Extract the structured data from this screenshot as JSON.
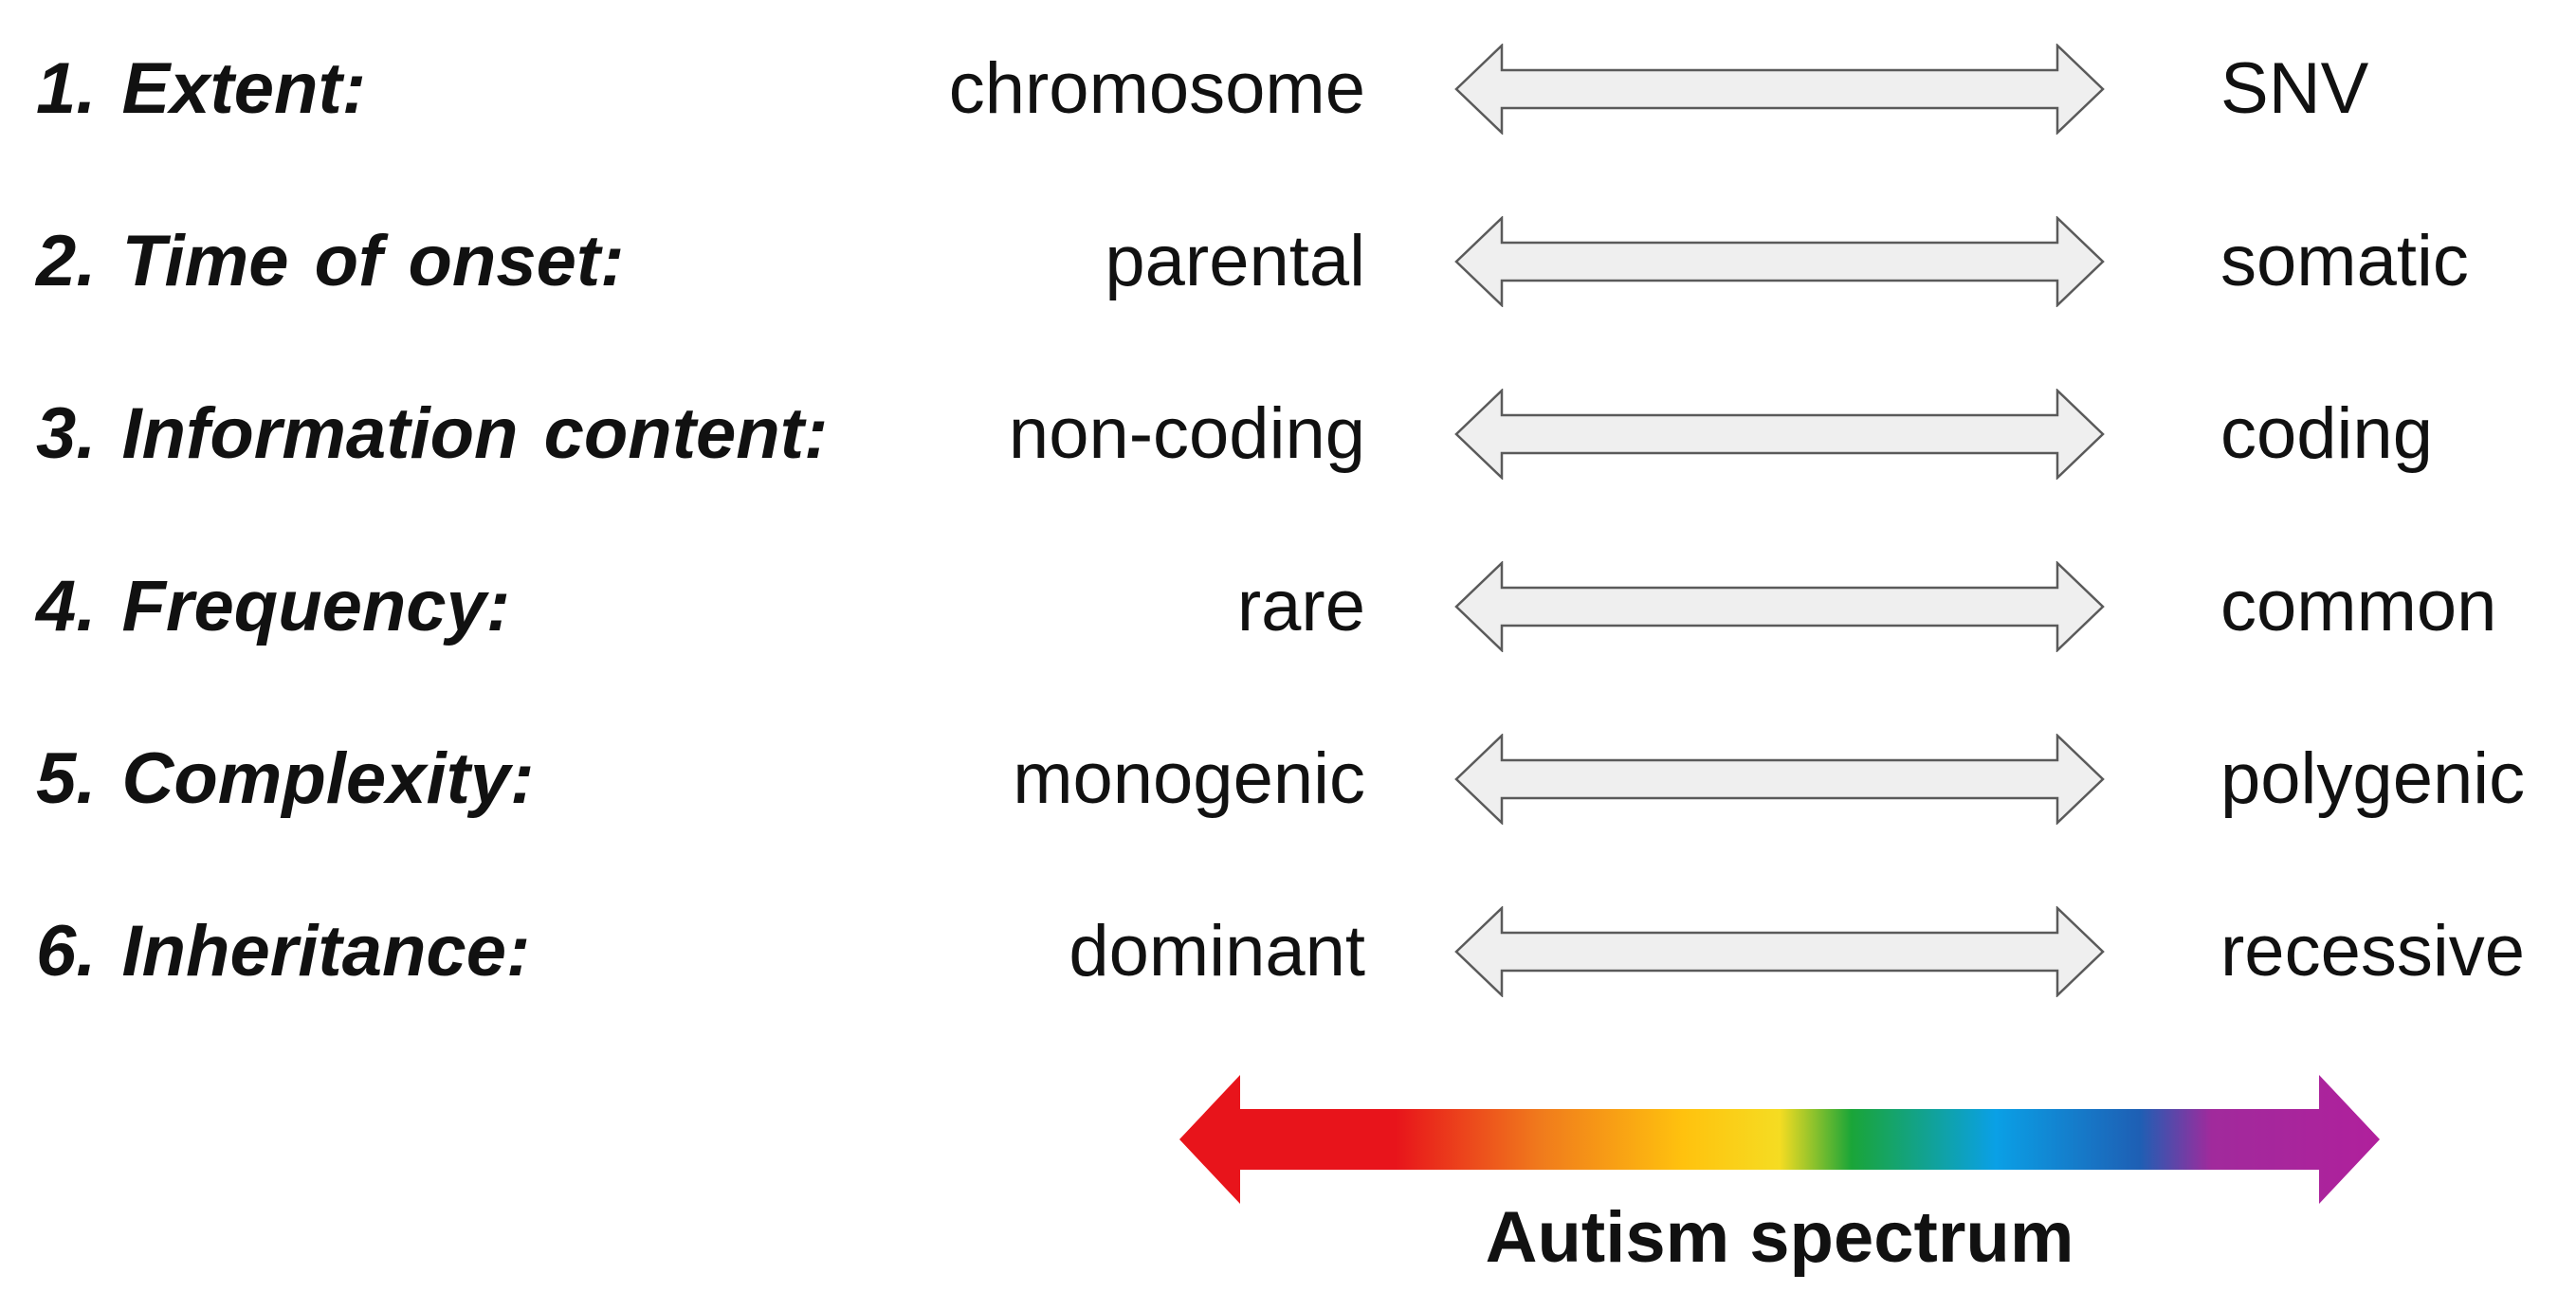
{
  "rows": [
    {
      "label": "1. Extent:",
      "left": "chromosome",
      "right": "SNV"
    },
    {
      "label": "2. Time of onset:",
      "left": "parental",
      "right": "somatic"
    },
    {
      "label": "3. Information content:",
      "left": "non-coding",
      "right": "coding"
    },
    {
      "label": "4. Frequency:",
      "left": "rare",
      "right": "common"
    },
    {
      "label": "5. Complexity:",
      "left": "monogenic",
      "right": "polygenic"
    },
    {
      "label": "6. Inheritance:",
      "left": "dominant",
      "right": "recessive"
    }
  ],
  "spectrum": {
    "label": "Autism spectrum",
    "colors": [
      "#e8141b",
      "#e8141b",
      "#f07a1c",
      "#ffc20e",
      "#f5dc22",
      "#1aa538",
      "#0aa0e6",
      "#1e5fb4",
      "#a12a9c",
      "#b0209c"
    ]
  },
  "arrow_colors": {
    "fill": "#efefef",
    "stroke": "#5a5a5a"
  }
}
